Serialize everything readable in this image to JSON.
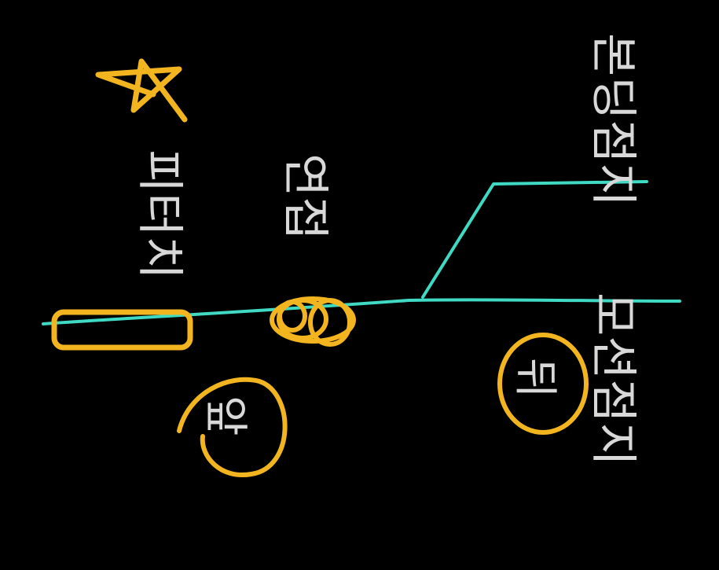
{
  "colors": {
    "background": "#000000",
    "line": "#3fd9c4",
    "marker": "#f2b51f",
    "text": "#d8d8d8"
  },
  "labels": {
    "bonding_point": "본딩점지",
    "motion_point": "모션점지",
    "joint": "연접",
    "peter_point": "피터치",
    "back": "뒤",
    "front": "앞"
  },
  "icons": {
    "star": "star-scribble-icon"
  }
}
